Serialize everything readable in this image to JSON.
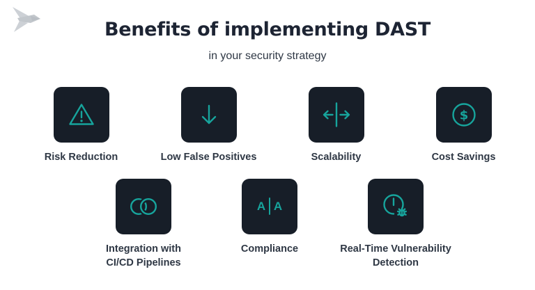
{
  "colors": {
    "background": "#ffffff",
    "tile_background": "#171e28",
    "accent_teal": "#17a49c",
    "title_color": "#1d2433",
    "label_color": "#2e3744",
    "logo_gray": "#c7cbd0"
  },
  "logo": {
    "name": "origami-bird-logo"
  },
  "header": {
    "title": "Benefits of implementing DAST",
    "subtitle": "in your security strategy"
  },
  "benefits": [
    {
      "icon": "warning-triangle-icon",
      "label": "Risk Reduction"
    },
    {
      "icon": "arrow-down-icon",
      "label": "Low False Positives"
    },
    {
      "icon": "expand-horizontal-icon",
      "label": "Scalability"
    },
    {
      "icon": "dollar-circle-icon",
      "label": "Cost Savings"
    },
    {
      "icon": "linked-rings-icon",
      "label": "Integration with\nCI/CD Pipelines"
    },
    {
      "icon": "a-bar-a-icon",
      "label": "Compliance"
    },
    {
      "icon": "clock-bug-icon",
      "label": "Real-Time Vulnerability\nDetection"
    }
  ],
  "glyphs": {
    "dollar": "$",
    "compliance_left": "A",
    "compliance_right": "A"
  }
}
